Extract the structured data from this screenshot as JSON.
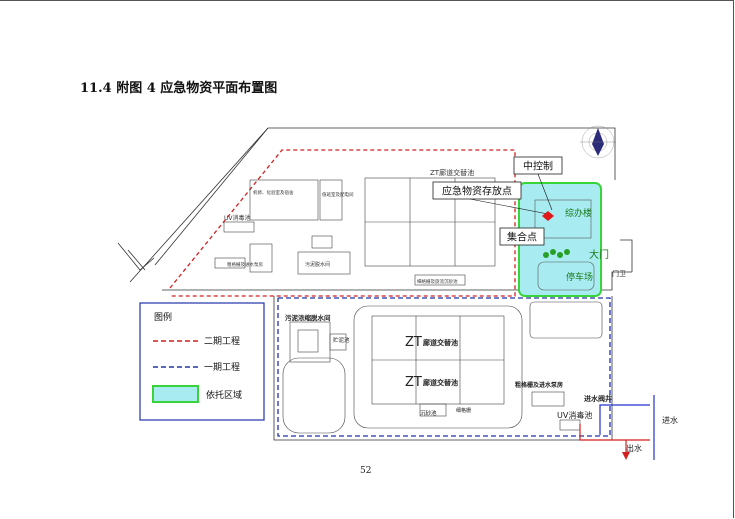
{
  "heading": "11.4 附图 4 应急物资平面布置图",
  "page_number": "52",
  "plan": {
    "callouts": {
      "central_control": "中控制",
      "emergency_storage": "应急物资存放点",
      "assembly_point": "集合点"
    },
    "legend": {
      "title": "图例",
      "phase2": "二期工程",
      "phase1": "一期工程",
      "dependent_area": "依托区域"
    },
    "area_labels": {
      "office": "综办楼",
      "gate": "大门",
      "parking": "停车场",
      "gate_house": "门卫",
      "dorm": "机修、化验室及宿舍",
      "duty_building": "值班室及配电间",
      "uv_disinfection_top": "UV消毒池",
      "zt_top": "ZT廊道交替池",
      "coarse_screen_top": "粗格栅及进水泵房",
      "sludge_dewatering_top": "污泥脱水间",
      "fine_screen_top": "细格栅及旋流沉砂池",
      "sludge_room": "污泥浓缩脱水间",
      "storage_pool": "贮泥池",
      "zt_upper": "廊道交替池",
      "zt_lower": "廊道交替池",
      "zt_prefix": "ZT",
      "grit_chamber": "沉砂池",
      "fine_screen": "细格栅",
      "coarse_screen": "粗格栅及进水泵房",
      "inlet_well": "进水阀井",
      "uv_disinfection": "UV消毒池",
      "inflow": "进水",
      "outflow": "出水"
    }
  }
}
